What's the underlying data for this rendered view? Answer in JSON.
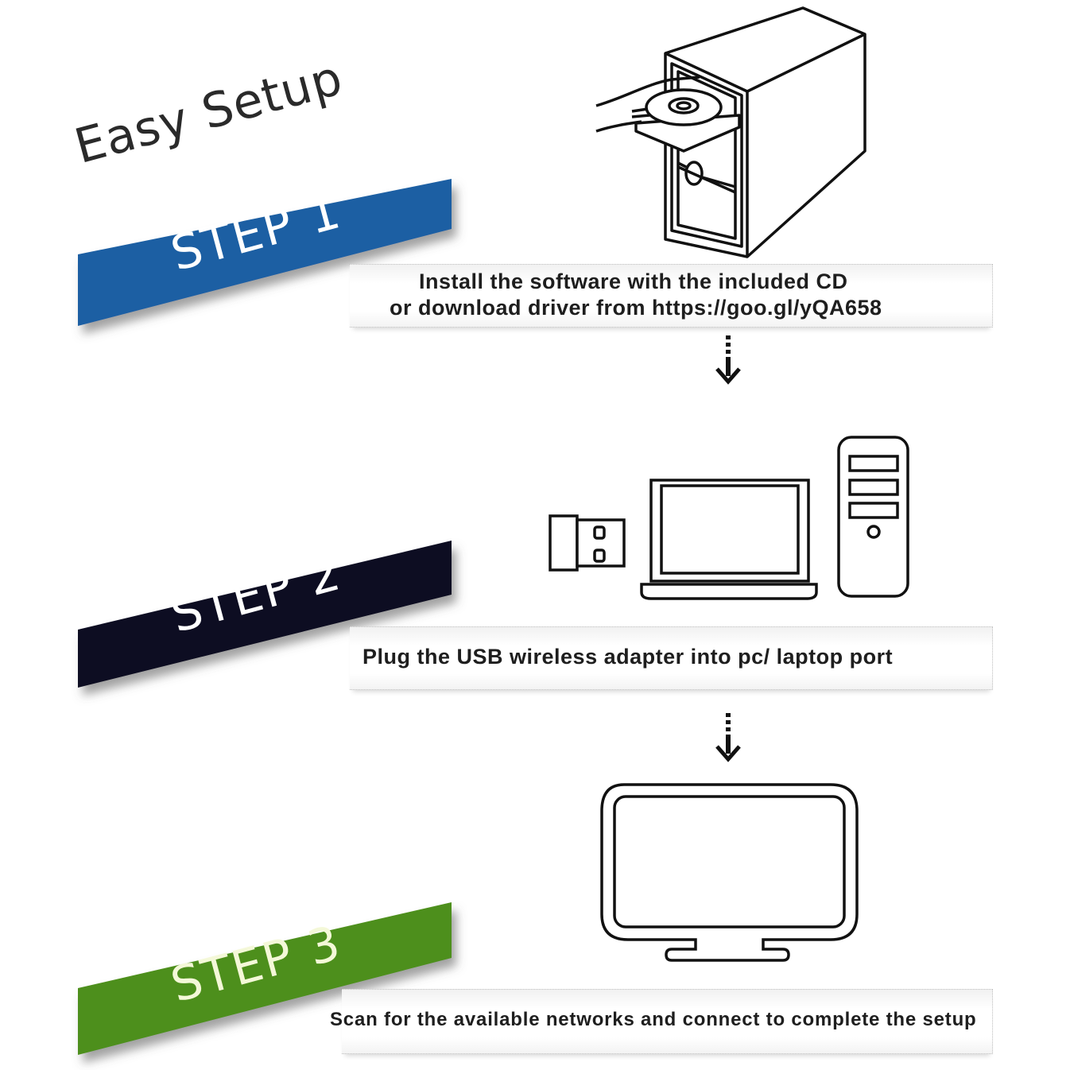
{
  "title": "Easy Setup",
  "steps": [
    {
      "label": "STEP 1",
      "color": "#1d5fa3",
      "description_lines": [
        "Install the software with the included CD",
        "or download driver from  https://goo.gl/yQA658"
      ],
      "illustration": "cd-tower-icon"
    },
    {
      "label": "STEP 2",
      "color": "#0c0c24",
      "description_lines": [
        "Plug the USB wireless adapter into pc/ laptop port"
      ],
      "illustration": "usb-laptop-desktop-icon"
    },
    {
      "label": "STEP 3",
      "color": "#4e8f1a",
      "description_lines": [
        "Scan for the available networks and connect to complete the setup"
      ],
      "illustration": "monitor-icon"
    }
  ],
  "arrows": [
    "arrow-down-icon",
    "arrow-down-icon"
  ]
}
